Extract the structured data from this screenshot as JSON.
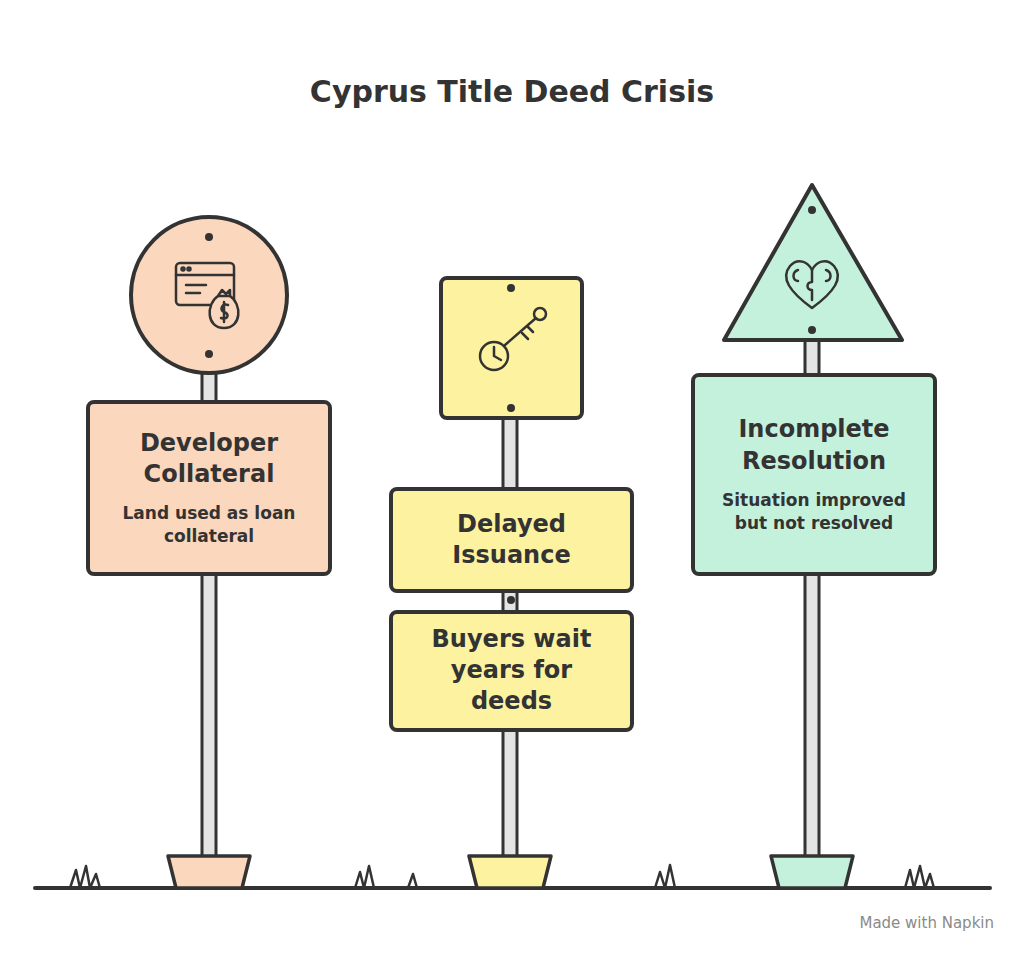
{
  "diagram": {
    "title": "Cyprus Title Deed Crisis",
    "nodes": [
      {
        "text": [
          "Developer Collateral",
          "Land used as loan collateral"
        ]
      },
      {
        "text": [
          "Delayed Issuance"
        ]
      },
      {
        "text": [
          "Buyers wait years for deeds"
        ]
      },
      {
        "text": [
          "Incomplete Resolution",
          "Situation improved but not resolved"
        ]
      }
    ],
    "labels": [
      "Made with Napkin"
    ]
  }
}
